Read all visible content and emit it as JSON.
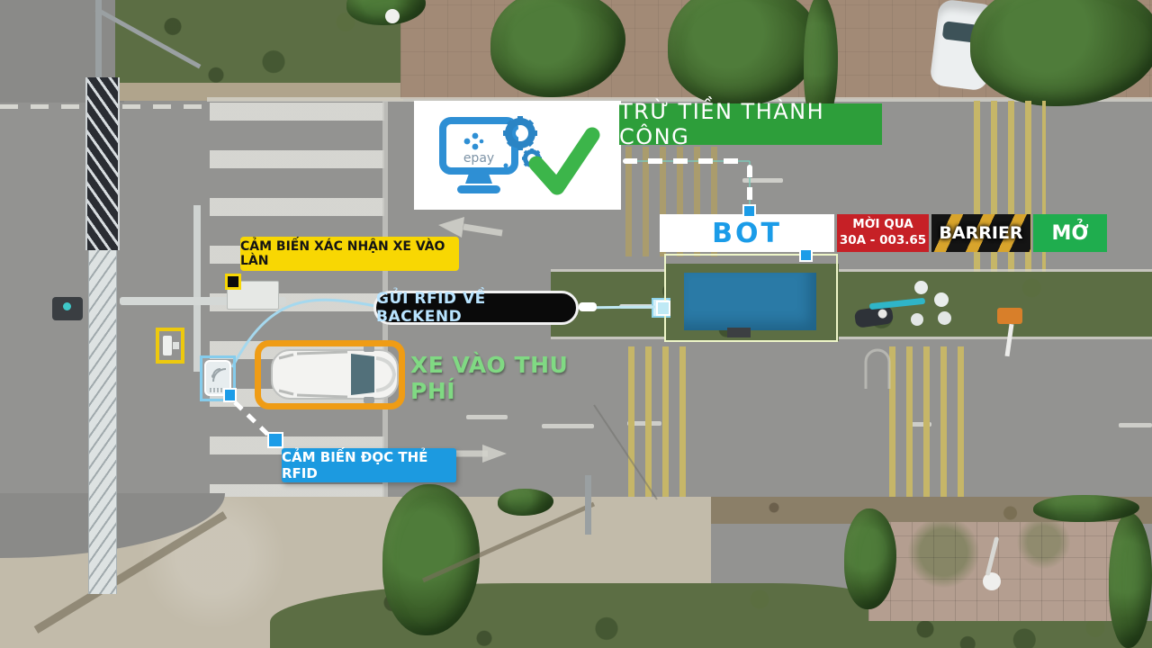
{
  "annotations": {
    "success_banner": {
      "text": "TRỪ TIỀN THÀNH CÔNG",
      "bg": "#2d9e3a"
    },
    "epay_panel": {
      "logo_text": "epay"
    },
    "bot_sign": {
      "text": "BOT",
      "color": "#1b9ce8"
    },
    "pass_sign": {
      "line1": "MỜI QUA",
      "line2": "30A - 003.65",
      "bg": "#c62026"
    },
    "barrier_sign": {
      "text": "BARRIER"
    },
    "barrier_state_sign": {
      "text": "MỞ",
      "bg": "#1fad4e"
    },
    "lane_sensor_label": {
      "text": "CẢM BIẾN XÁC NHẬN XE VÀO LÀN",
      "bg": "#f8d703"
    },
    "rfid_backend_pill": {
      "text": "GỬI RFID VỀ BACKEND",
      "text_color": "#b9e4ff"
    },
    "vehicle_entry_label": {
      "text": "XE VÀO THU PHÍ",
      "color": "#80d983"
    },
    "rfid_reader_label": {
      "text": "CẢM BIẾN ĐỌC THẺ RFID",
      "bg": "#1c9ae0"
    }
  },
  "icons": {
    "epay_computer": "monitor-with-gears",
    "checkmark": "green-check",
    "rfid_reader_device": "antenna-with-waves",
    "lane_camera_device": "camera-box",
    "connection_handle": "blue-square"
  },
  "colors": {
    "banner_green": "#2d9e3a",
    "open_green": "#1fad4e",
    "invite_red": "#c62026",
    "sensor_yellow": "#f8d703",
    "rfid_blue": "#1c9ae0",
    "bot_blue": "#1b9ce8",
    "orange_frame": "#ef9c15",
    "booth_roof": "#2a7aa6",
    "check_green": "#3cb54a",
    "pill_text_blue": "#b9e4ff",
    "entry_text_green": "#80d983"
  }
}
